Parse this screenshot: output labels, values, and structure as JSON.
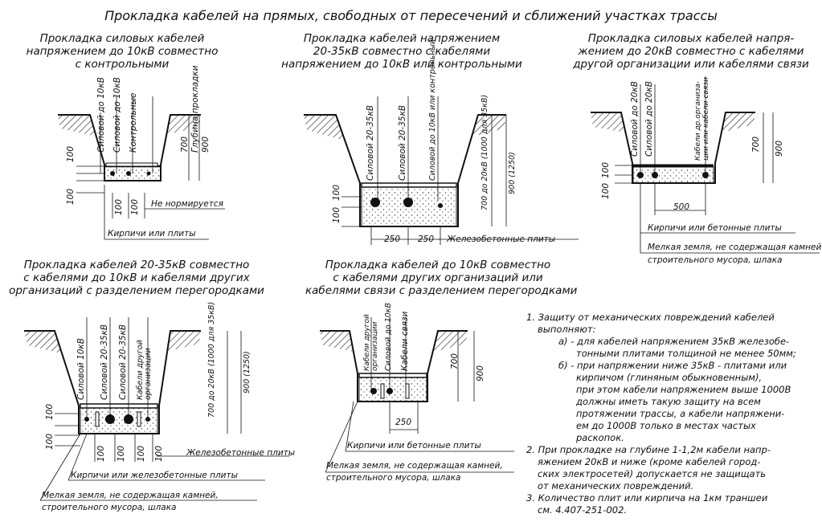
{
  "title": "Прокладка кабелей на прямых, свободных от пересечений и сближений участках трассы",
  "diagrams": {
    "d1": {
      "caption": [
        "Прокладка силовых кабелей",
        "напряжением до 10кВ совместно",
        "с контрольными"
      ],
      "cable_labels": [
        "Силовой до 10кВ",
        "Силовой до 10кВ",
        "Контрольные",
        "Глубина прокладки"
      ],
      "dims": [
        "700",
        "900",
        "100",
        "100",
        "100",
        "100"
      ],
      "labels": [
        "Не нормируется",
        "Кирпичи или плиты"
      ]
    },
    "d2": {
      "caption": [
        "Прокладка кабелей напряжением",
        "20-35кВ совместно с кабелями",
        "напряжением до 10кВ или контрольными"
      ],
      "cable_labels": [
        "Силовой 20-35кВ",
        "Силовой 20-35кВ",
        "Силовой до 10кВ или контрольный",
        "700 до 20кВ (1000 для 35кВ)",
        "900 (1250)"
      ],
      "dims": [
        "100",
        "100",
        "250",
        "250"
      ],
      "labels": [
        "Железобетонные плиты"
      ]
    },
    "d3": {
      "caption": [
        "Прокладка силовых кабелей напря-",
        "жением до 20кВ совместно с кабелями",
        "другой организации или кабелями связи"
      ],
      "cable_labels": [
        "Силовой до 20кВ",
        "Силовой до 20кВ",
        "Кабели др.организа-ции или кабели связи"
      ],
      "dims": [
        "700",
        "900",
        "100",
        "100",
        "500"
      ],
      "labels": [
        "Кирпичи или бетонные плиты",
        "Мелкая земля, не содержащая камней",
        "строительного мусора, шлака"
      ]
    },
    "d4": {
      "caption": [
        "Прокладка кабелей 20-35кВ совместно",
        "с кабелями до 10кВ и кабелями других",
        "организаций с разделением перегородками"
      ],
      "cable_labels": [
        "Силовой 10кВ",
        "Силовой 20-35кВ",
        "Силовой 20-35кВ",
        "Кабели другой организации",
        "700 до 20кВ (1000 для 35кВ)",
        "900 (1250)"
      ],
      "dims": [
        "100",
        "100",
        "100",
        "100",
        "100",
        "100"
      ],
      "labels": [
        "Железобетонные плиты",
        "Кирпичи или железобетонные плиты",
        "Мелкая земля, не содержащая камней,",
        "строительного мусора, шлака"
      ]
    },
    "d5": {
      "caption": [
        "Прокладка кабелей до 10кВ совместно",
        "с кабелями других организаций или",
        "кабелями связи с разделением перегородками"
      ],
      "cable_labels": [
        "Кабели другой организации",
        "Силовой до 10кВ",
        "Кабели связи"
      ],
      "dims": [
        "700",
        "900",
        "250"
      ],
      "labels": [
        "Кирпичи или бетонные плиты",
        "Мелкая земля, не содержащая камней,",
        "строительного мусора, шлака"
      ]
    }
  },
  "notes": [
    "1. Защиту от механических повреждений кабелей",
    "выполняют:",
    "а) - для кабелей напряжением 35кВ железобе-",
    "тонными плитами толщиной не менее 50мм;",
    "б) - при напряжении ниже 35кВ - плитами или",
    "кирпичом (глиняным обыкновенным),",
    "при этом кабели напряжением выше 1000В",
    "должны иметь такую защиту на всем",
    "протяжении трассы, а кабели напряжени-",
    "ем до 1000В только в местах частых",
    "раскопок.",
    "2. При прокладке на глубине 1-1,2м кабели напр-",
    "яжением 20кВ и ниже (кроме кабелей город-",
    "ских электросетей) допускается не защищать",
    "от механических повреждений.",
    "3. Количество плит или кирпича на 1км траншеи",
    "см. 4.407-251-002."
  ]
}
